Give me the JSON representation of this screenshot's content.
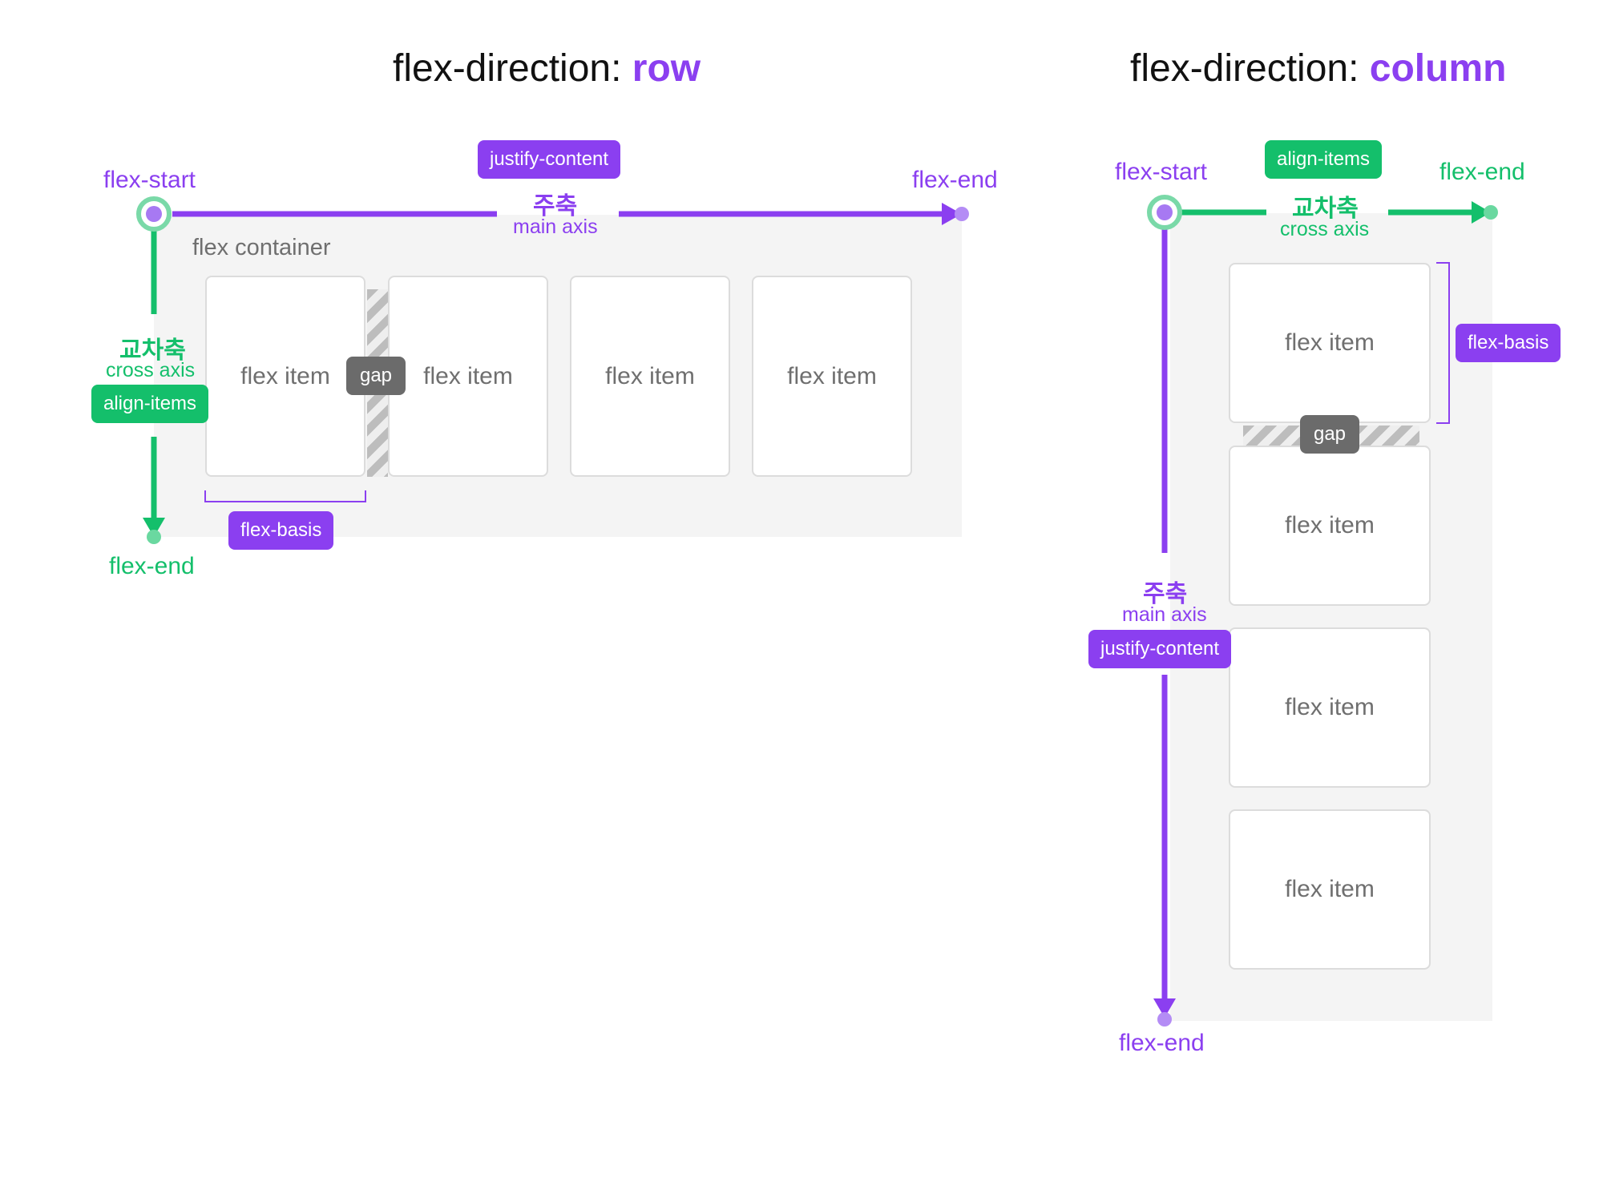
{
  "row": {
    "title_prefix": "flex-direction: ",
    "title_keyword": "row",
    "flex_start": "flex-start",
    "flex_end_main": "flex-end",
    "flex_end_cross": "flex-end",
    "justify_content": "justify-content",
    "main_axis_ko": "주축",
    "main_axis_en": "main axis",
    "cross_axis_ko": "교차축",
    "cross_axis_en": "cross axis",
    "align_items": "align-items",
    "container_label": "flex container",
    "items": [
      "flex item",
      "flex item",
      "flex item",
      "flex item"
    ],
    "gap": "gap",
    "flex_basis": "flex-basis"
  },
  "column": {
    "title_prefix": "flex-direction: ",
    "title_keyword": "column",
    "flex_start": "flex-start",
    "flex_end_cross": "flex-end",
    "flex_end_main": "flex-end",
    "align_items": "align-items",
    "cross_axis_ko": "교차축",
    "cross_axis_en": "cross axis",
    "main_axis_ko": "주축",
    "main_axis_en": "main axis",
    "justify_content": "justify-content",
    "items": [
      "flex item",
      "flex item",
      "flex item",
      "flex item"
    ],
    "gap": "gap",
    "flex_basis": "flex-basis"
  },
  "colors": {
    "main_axis": "#8b3ff0",
    "cross_axis": "#14bf6b",
    "container": "#f4f4f4",
    "gap_badge": "#6b6b6b"
  }
}
